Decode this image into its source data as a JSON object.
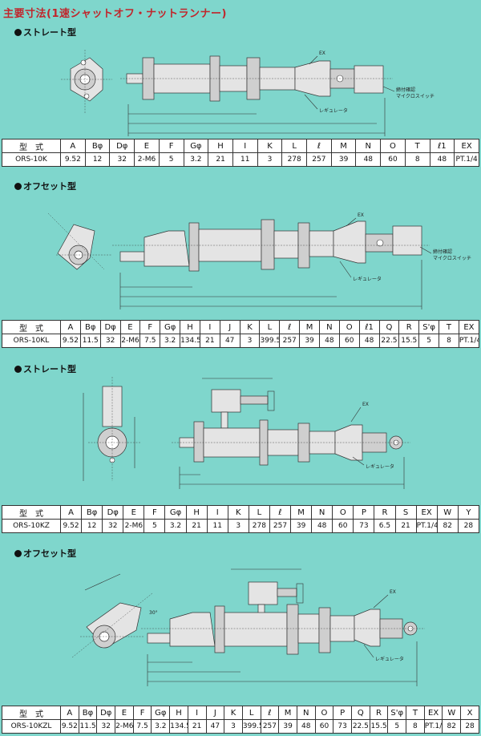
{
  "title": "主要寸法(1速シャットオフ・ナットランナー)",
  "sections": [
    {
      "label": "ストレート型",
      "callouts": {
        "ex": "EX",
        "regulator": "レギュレータ",
        "switch_1": "締付確認",
        "switch_2": "マイクロスイッチ"
      },
      "headers": [
        "型　式",
        "A",
        "Bφ",
        "Dφ",
        "E",
        "F",
        "Gφ",
        "H",
        "I",
        "K",
        "L",
        "ℓ",
        "M",
        "N",
        "O",
        "T",
        "ℓ1",
        "EX"
      ],
      "row": [
        "ORS-10K",
        "9.52",
        "12",
        "32",
        "2-M6",
        "5",
        "3.2",
        "21",
        "11",
        "3",
        "278",
        "257",
        "39",
        "48",
        "60",
        "8",
        "48",
        "PT.1/4"
      ]
    },
    {
      "label": "オフセット型",
      "callouts": {
        "ex": "EX",
        "regulator": "レギュレータ",
        "switch_1": "締付確認",
        "switch_2": "マイクロスイッチ"
      },
      "headers": [
        "型　式",
        "A",
        "Bφ",
        "Dφ",
        "E",
        "F",
        "Gφ",
        "H",
        "I",
        "J",
        "K",
        "L",
        "ℓ",
        "M",
        "N",
        "O",
        "ℓ1",
        "Q",
        "R",
        "S'φ",
        "T",
        "EX"
      ],
      "row": [
        "ORS-10KL",
        "9.52",
        "11.5",
        "32",
        "2-M6",
        "7.5",
        "3.2",
        "134.5",
        "21",
        "47",
        "3",
        "399.5",
        "257",
        "39",
        "48",
        "60",
        "48",
        "22.5",
        "15.5",
        "5",
        "8",
        "PT.1/4"
      ]
    },
    {
      "label": "ストレート型",
      "callouts": {
        "ex": "EX",
        "regulator": "レギュレータ"
      },
      "headers": [
        "型　式",
        "A",
        "Bφ",
        "Dφ",
        "E",
        "F",
        "Gφ",
        "H",
        "I",
        "K",
        "L",
        "ℓ",
        "M",
        "N",
        "O",
        "P",
        "R",
        "S",
        "EX",
        "W",
        "Y"
      ],
      "row": [
        "ORS-10KZ",
        "9.52",
        "12",
        "32",
        "2-M6",
        "5",
        "3.2",
        "21",
        "11",
        "3",
        "278",
        "257",
        "39",
        "48",
        "60",
        "73",
        "6.5",
        "21",
        "PT.1/4",
        "82",
        "28"
      ]
    },
    {
      "label": "オフセット型",
      "callouts": {
        "ex": "EX",
        "regulator": "レギュレータ",
        "angle": "30°"
      },
      "headers": [
        "型　式",
        "A",
        "Bφ",
        "Dφ",
        "E",
        "F",
        "Gφ",
        "H",
        "I",
        "J",
        "K",
        "L",
        "ℓ",
        "M",
        "N",
        "O",
        "P",
        "Q",
        "R",
        "S'φ",
        "T",
        "EX",
        "W",
        "X"
      ],
      "row": [
        "ORS-10KZL",
        "9.52",
        "11.5",
        "32",
        "2-M6",
        "7.5",
        "3.2",
        "134.5",
        "21",
        "47",
        "3",
        "399.5",
        "257",
        "39",
        "48",
        "60",
        "73",
        "22.5",
        "15.5",
        "5",
        "8",
        "PT.1/4",
        "82",
        "28"
      ]
    }
  ]
}
